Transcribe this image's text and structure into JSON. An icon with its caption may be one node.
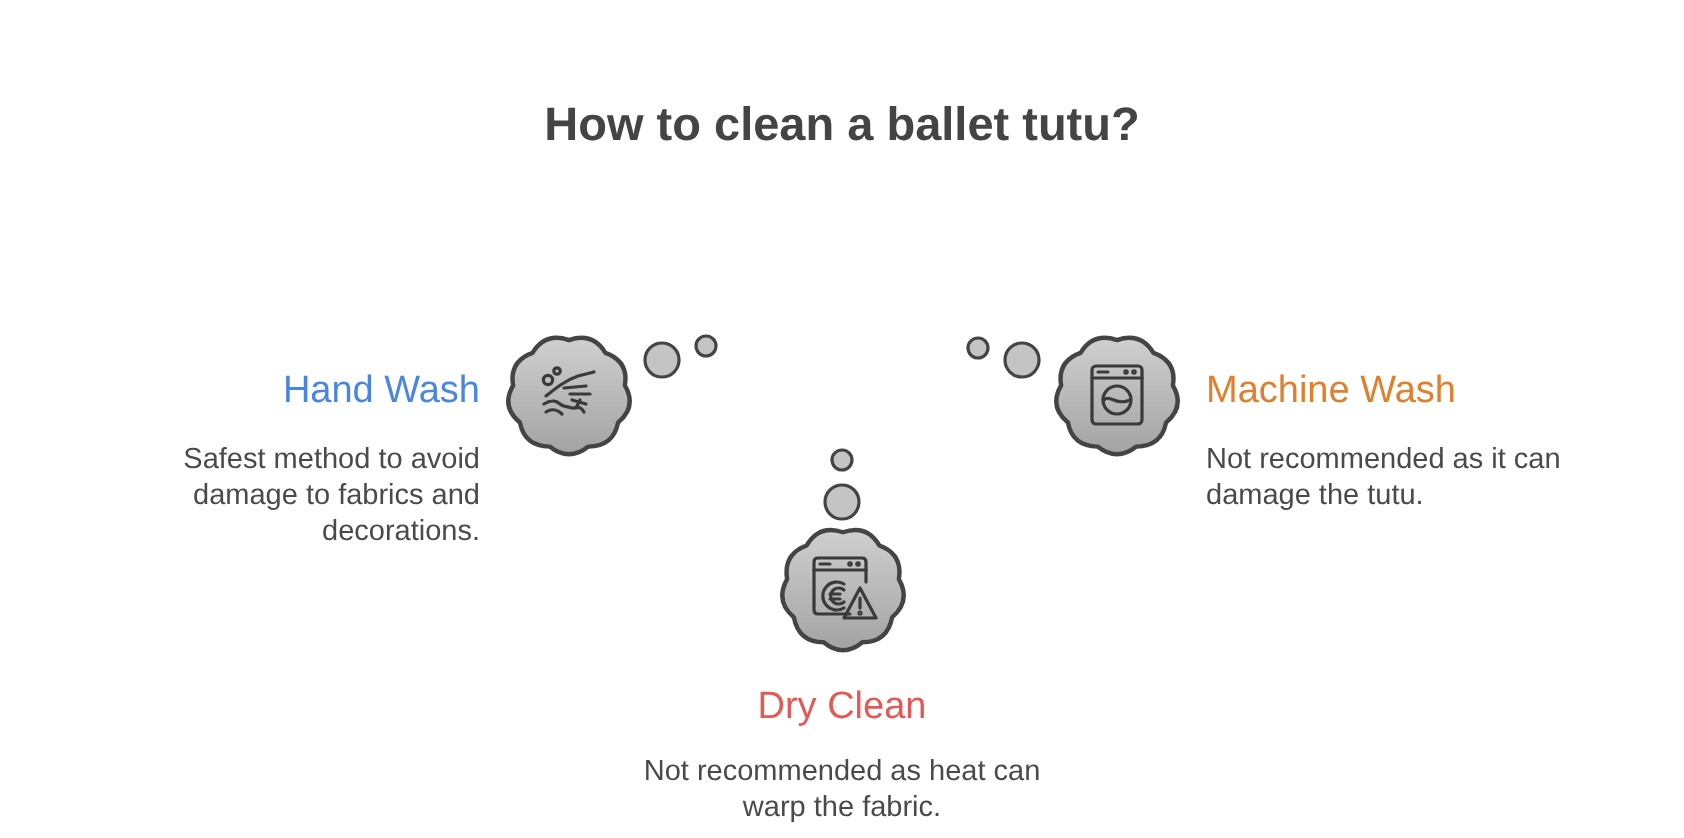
{
  "diagram": {
    "title": "How to clean a ballet tutu?",
    "nodes": [
      {
        "text": [],
        "shape": "cloud",
        "beside": [
          "Hand Wash",
          "Safest method to avoid damage to fabrics and decorations."
        ]
      },
      {
        "text": [],
        "shape": "cloud",
        "beside": [
          "Machine Wash",
          "Not recommended as it can damage the tutu."
        ]
      },
      {
        "text": [],
        "shape": "cloud",
        "beside": [
          "Dry Clean",
          "Not recommended as heat can warp the fabric."
        ]
      }
    ],
    "edges": []
  }
}
